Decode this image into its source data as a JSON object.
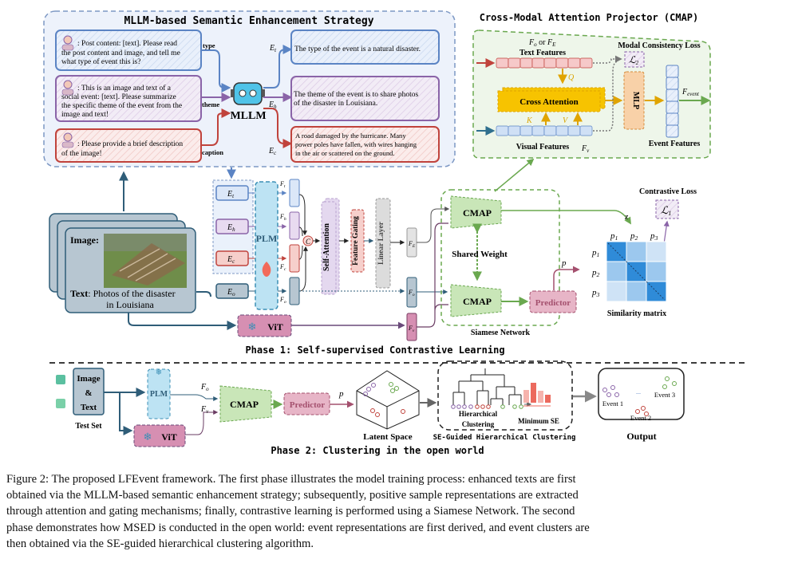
{
  "semantic_enhancement": {
    "title": "MLLM-based Semantic Enhancement Strategy",
    "prompts": [
      {
        "lines": [
          ": Post content: [text]. Please read",
          "the post content and image, and tell me",
          "what type of event this is?"
        ],
        "tag": "type",
        "color": "#5b84c4"
      },
      {
        "lines": [
          ": This is an image and text of a",
          "social event: [text]. Please summarize",
          "the specific theme of the event from the",
          "image and text!"
        ],
        "tag": "theme",
        "color": "#8a64a8"
      },
      {
        "lines": [
          ": Please provide a brief description",
          "of the image!"
        ],
        "tag": "caption",
        "color": "#c0433c"
      }
    ],
    "model_label": "MLLM",
    "outputs": [
      {
        "var": "E",
        "sub": "t",
        "lines": [
          "The type of the event is a natural disaster."
        ]
      },
      {
        "var": "E",
        "sub": "h",
        "lines": [
          "The theme of the event is to share photos",
          "of the disaster in Louisiana."
        ]
      },
      {
        "var": "E",
        "sub": "c",
        "lines": [
          "A road damaged by the hurricane. Many",
          "power poles have fallen, with wires hanging",
          "in the air or scattered on the ground."
        ]
      }
    ]
  },
  "cmap": {
    "title": "Cross-Modal Attention Projector (CMAP)",
    "text_input_label": {
      "a": "F",
      "a_sub": "o",
      "or": " or ",
      "b": "F",
      "b_sub": "E"
    },
    "text_features": "Text Features",
    "modal_loss": "Modal Consistency Loss",
    "loss_symbol": {
      "main": "ℒ",
      "sub": "2"
    },
    "q": "Q",
    "k": "K",
    "v": "V",
    "cross_attention": "Cross Attention",
    "mlp": "MLP",
    "visual_features": "Visual Features",
    "visual_var": {
      "main": "F",
      "sub": "v"
    },
    "event_var": {
      "main": "F",
      "sub": "event"
    },
    "event_features": "Event Features"
  },
  "phase1": {
    "input": {
      "image_label": "Image:",
      "text_label": "Text",
      "text_value": ": Photos of the disaster",
      "text_value2": "in Louisiana"
    },
    "enhanced": [
      {
        "main": "E",
        "sub": "t"
      },
      {
        "main": "E",
        "sub": "h"
      },
      {
        "main": "E",
        "sub": "c"
      },
      {
        "main": "E",
        "sub": "o"
      }
    ],
    "plm": "PLM",
    "features": [
      {
        "main": "F",
        "sub": "t"
      },
      {
        "main": "F",
        "sub": "h"
      },
      {
        "main": "F",
        "sub": "c"
      },
      {
        "main": "F",
        "sub": "o"
      }
    ],
    "concat": "C",
    "self_attention": "Self-Attention",
    "feature_gating": "Feature Gating",
    "linear_layer": "Linear Layer",
    "fe": {
      "main": "F",
      "sub": "E"
    },
    "fo": {
      "main": "F",
      "sub": "o"
    },
    "fv": {
      "main": "F",
      "sub": "v"
    },
    "vit": "ViT",
    "cmap": "CMAP",
    "shared_weight": "Shared Weight",
    "predictor": "Predictor",
    "p": "p",
    "z": "z",
    "siamese": "Siamese Network",
    "contrastive_loss": "Contrastive Loss",
    "loss_symbol": {
      "main": "ℒ",
      "sub": "1"
    },
    "matrix_cols": [
      {
        "main": "p",
        "sub": "1"
      },
      {
        "main": "p",
        "sub": "2"
      },
      {
        "main": "p",
        "sub": "3"
      }
    ],
    "similarity": "Similarity matrix",
    "label": "Phase 1: Self-supervised Contrastive Learning"
  },
  "phase2": {
    "input": [
      "Image",
      "&",
      "Text"
    ],
    "test_set": "Test Set",
    "plm": "PLM",
    "vit": "ViT",
    "fo": {
      "main": "F",
      "sub": "o"
    },
    "fv": {
      "main": "F",
      "sub": "v"
    },
    "cmap": "CMAP",
    "predictor": "Predictor",
    "p": "p",
    "latent_space": "Latent Space",
    "hierarchical": [
      "Hierarchical",
      "Clustering"
    ],
    "minimum_se": "Minimum SE",
    "se_guided": "SE-Guided Hierarchical Clustering",
    "events": [
      "Event 1",
      "Event 2",
      "Event 3"
    ],
    "ellipsis": "...",
    "output": "Output",
    "label": "Phase 2: Clustering in the open world"
  },
  "caption": [
    "Figure 2: The proposed LFEvent framework. The first phase illustrates the model training process: enhanced texts are first",
    "obtained via the MLLM-based semantic enhancement strategy; subsequently, positive sample representations are extracted",
    "through attention and gating mechanisms; finally, contrastive learning is performed using a Siamese Network. The second",
    "phase demonstrates how MSED is conducted in the open world: event representations are first derived, and event clusters are",
    "then obtained via the SE-guided hierarchical clustering algorithm."
  ],
  "colors": {
    "blue": "#5b84c4",
    "purple": "#8a64a8",
    "red": "#c0433c",
    "green": "#6aa84f",
    "orange": "#f0b400",
    "teal": "#2f5d78"
  }
}
